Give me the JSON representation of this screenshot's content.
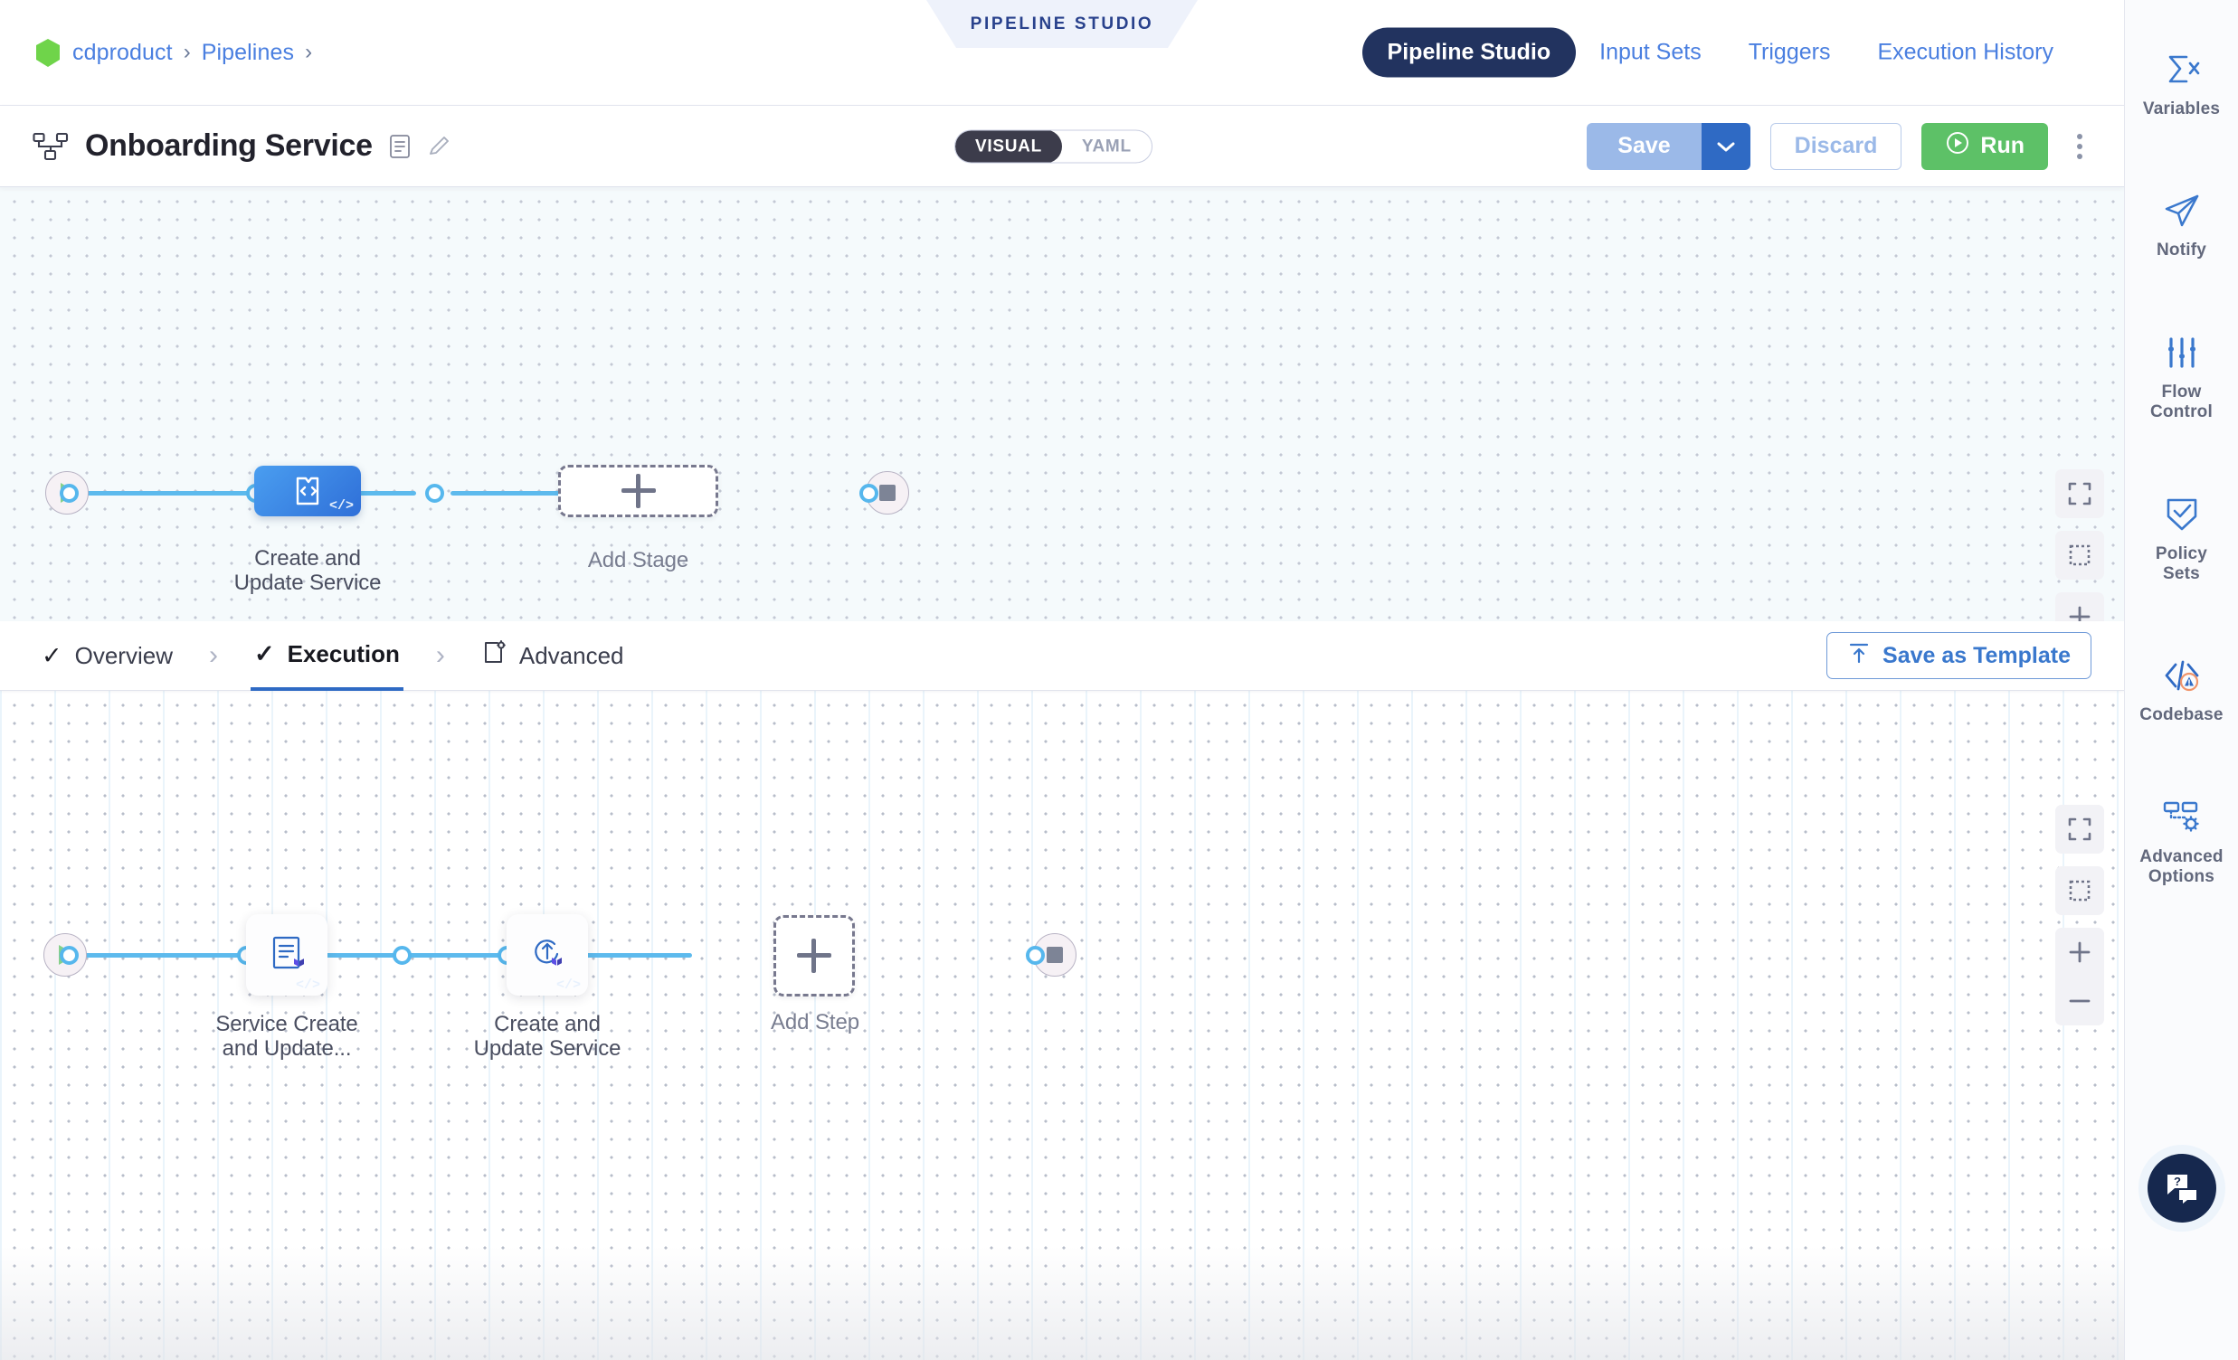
{
  "header": {
    "breadcrumb": {
      "project": "cdproduct",
      "section": "Pipelines",
      "separator": "›"
    },
    "studio_banner": "PIPELINE STUDIO",
    "nav_tabs": [
      {
        "label": "Pipeline Studio",
        "active": true
      },
      {
        "label": "Input Sets",
        "active": false
      },
      {
        "label": "Triggers",
        "active": false
      },
      {
        "label": "Execution History",
        "active": false
      }
    ],
    "accent_color": "#4a7fe0",
    "active_tab_bg": "#22335f"
  },
  "titlebar": {
    "pipeline_icon": "pipeline-tree-icon",
    "title": "Onboarding Service",
    "description_icon": "description-icon",
    "edit_icon": "pencil-edit-icon",
    "view_toggle": {
      "options": [
        "VISUAL",
        "YAML"
      ],
      "selected": "VISUAL"
    },
    "save_label": "Save",
    "save_caret_icon": "chevron-down-icon",
    "discard_label": "Discard",
    "run_label": "Run",
    "run_icon": "play-circle-icon",
    "more_menu_icon": "kebab-menu-icon",
    "run_color": "#5dc167",
    "save_color": "#9bb9e8"
  },
  "stage_canvas": {
    "start_node": "start-play-icon",
    "end_node": "end-stop-icon",
    "stage": {
      "label": "Create and\nUpdate Service",
      "label_line1": "Create and",
      "label_line2": "Update Service",
      "icon": "template-code-icon",
      "template_badge": "</>",
      "selected": true
    },
    "add_stage": {
      "label": "Add Stage",
      "icon": "plus-icon"
    },
    "tools": [
      {
        "name": "fit-to-screen-button",
        "icon": "expand-icon"
      },
      {
        "name": "selection-box-button",
        "icon": "marquee-select-icon"
      },
      {
        "name": "zoom-in-button",
        "icon": "plus-icon"
      },
      {
        "name": "zoom-out-button",
        "icon": "minus-icon"
      }
    ]
  },
  "stage_tabs": {
    "items": [
      {
        "label": "Overview",
        "icon": "check-icon",
        "active": false
      },
      {
        "label": "Execution",
        "icon": "check-icon",
        "active": true
      },
      {
        "label": "Advanced",
        "icon": "advanced-settings-icon",
        "active": false
      }
    ],
    "separator": "›",
    "save_as_template": {
      "label": "Save as Template",
      "icon": "upload-template-icon"
    }
  },
  "step_canvas": {
    "start_node": "start-play-icon",
    "end_node": "end-stop-icon",
    "steps": [
      {
        "label_line1": "Service Create",
        "label_line2": "and Update...",
        "icon": "terraform-plan-icon",
        "template_badge": "</>"
      },
      {
        "label_line1": "Create and",
        "label_line2": "Update Service",
        "icon": "terraform-rollback-icon",
        "template_badge": "</>"
      }
    ],
    "add_step": {
      "label": "Add Step",
      "icon": "plus-icon"
    },
    "tools": [
      {
        "name": "fit-to-screen-button",
        "icon": "expand-icon"
      },
      {
        "name": "selection-box-button",
        "icon": "marquee-select-icon"
      },
      {
        "name": "zoom-in-button",
        "icon": "plus-icon"
      },
      {
        "name": "zoom-out-button",
        "icon": "minus-icon"
      }
    ]
  },
  "sidebar": {
    "items": [
      {
        "label": "Variables",
        "icon": "sigma-variables-icon"
      },
      {
        "label": "Notify",
        "icon": "paper-plane-icon"
      },
      {
        "label": "Flow\nControl",
        "icon": "sliders-icon",
        "l1": "Flow",
        "l2": "Control"
      },
      {
        "label": "Policy\nSets",
        "icon": "shield-check-icon",
        "l1": "Policy",
        "l2": "Sets"
      },
      {
        "label": "Codebase",
        "icon": "code-warning-icon"
      },
      {
        "label": "Advanced\nOptions",
        "icon": "flow-gear-icon",
        "l1": "Advanced",
        "l2": "Options"
      }
    ],
    "help_button": {
      "icon": "help-chat-icon",
      "label": "?"
    },
    "icon_color": "#3a78cd"
  }
}
